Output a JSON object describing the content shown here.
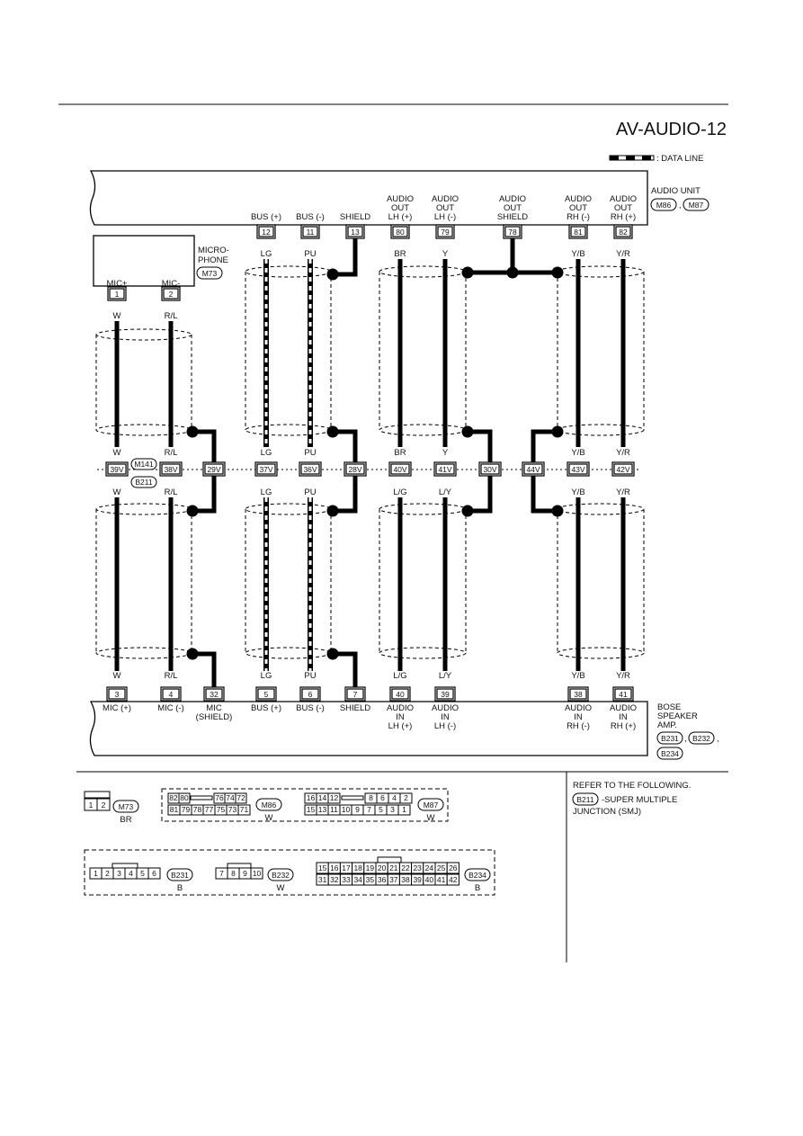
{
  "page_title": "AV-AUDIO-12",
  "legend": {
    "text": ": DATA LINE"
  },
  "audio_unit": {
    "name": "AUDIO UNIT",
    "connectors": [
      "M86",
      "M87"
    ],
    "terminals": [
      {
        "pin": "12",
        "label": [
          "BUS (+)"
        ],
        "color": "LG"
      },
      {
        "pin": "11",
        "label": [
          "BUS (-)"
        ],
        "color": "PU"
      },
      {
        "pin": "13",
        "label": [
          "SHIELD"
        ],
        "color": ""
      },
      {
        "pin": "80",
        "label": [
          "AUDIO",
          "OUT",
          "LH (+)"
        ],
        "color": "BR"
      },
      {
        "pin": "79",
        "label": [
          "AUDIO",
          "OUT",
          "LH (-)"
        ],
        "color": "Y"
      },
      {
        "pin": "78",
        "label": [
          "AUDIO",
          "OUT",
          "SHIELD"
        ],
        "color": ""
      },
      {
        "pin": "81",
        "label": [
          "AUDIO",
          "OUT",
          "RH (-)"
        ],
        "color": "Y/B"
      },
      {
        "pin": "82",
        "label": [
          "AUDIO",
          "OUT",
          "RH (+)"
        ],
        "color": "Y/R"
      }
    ]
  },
  "microphone": {
    "name": [
      "MICRO-",
      "PHONE"
    ],
    "connector": "M73",
    "terminals": [
      {
        "pin": "1",
        "label": "MIC+",
        "color": "W"
      },
      {
        "pin": "2",
        "label": "MIC-",
        "color": "R/L"
      }
    ]
  },
  "smj": {
    "connectors": [
      "M141",
      "B211"
    ],
    "pins": [
      "39V",
      "38V",
      "29V",
      "37V",
      "36V",
      "28V",
      "40V",
      "41V",
      "30V",
      "44V",
      "43V",
      "42V"
    ],
    "upper_colors": [
      "W",
      "R/L",
      "LG",
      "PU",
      "BR",
      "Y",
      "Y/B",
      "Y/R"
    ],
    "lower_colors": [
      "W",
      "R/L",
      "LG",
      "PU",
      "L/G",
      "L/Y",
      "Y/B",
      "Y/R"
    ]
  },
  "bose_amp": {
    "name": [
      "BOSE",
      "SPEAKER",
      "AMP."
    ],
    "connectors": [
      "B231",
      "B232",
      "B234"
    ],
    "terminals": [
      {
        "pin": "3",
        "label": [
          "MIC (+)"
        ],
        "color": "W"
      },
      {
        "pin": "4",
        "label": [
          "MIC (-)"
        ],
        "color": "R/L"
      },
      {
        "pin": "32",
        "label": [
          "MIC",
          "(SHIELD)"
        ],
        "color": ""
      },
      {
        "pin": "5",
        "label": [
          "BUS (+)"
        ],
        "color": "LG"
      },
      {
        "pin": "6",
        "label": [
          "BUS (-)"
        ],
        "color": "PU"
      },
      {
        "pin": "7",
        "label": [
          "SHIELD"
        ],
        "color": ""
      },
      {
        "pin": "40",
        "label": [
          "AUDIO",
          "IN",
          "LH (+)"
        ],
        "color": "L/G"
      },
      {
        "pin": "39",
        "label": [
          "AUDIO",
          "IN",
          "LH (-)"
        ],
        "color": "L/Y"
      },
      {
        "pin": "38",
        "label": [
          "AUDIO",
          "IN",
          "RH (-)"
        ],
        "color": "Y/B"
      },
      {
        "pin": "41",
        "label": [
          "AUDIO",
          "IN",
          "RH (+)"
        ],
        "color": "Y/R"
      }
    ]
  },
  "connector_views": {
    "m73": {
      "id": "M73",
      "color": "BR",
      "pins": [
        "1",
        "2"
      ]
    },
    "m86": {
      "id": "M86",
      "color": "W",
      "top": [
        "82",
        "80",
        "",
        "76",
        "74",
        "72"
      ],
      "bottom": [
        "81",
        "79",
        "78",
        "77",
        "75",
        "73",
        "71"
      ]
    },
    "m87": {
      "id": "M87",
      "color": "W",
      "top": [
        "16",
        "14",
        "12",
        "",
        "8",
        "6",
        "4",
        "2"
      ],
      "bottom": [
        "15",
        "13",
        "11",
        "10",
        "9",
        "7",
        "5",
        "3",
        "1"
      ]
    },
    "b231": {
      "id": "B231",
      "color": "B",
      "pins": [
        "1",
        "2",
        "3",
        "4",
        "5",
        "6"
      ]
    },
    "b232": {
      "id": "B232",
      "color": "W",
      "pins": [
        "7",
        "8",
        "9",
        "10"
      ]
    },
    "b234": {
      "id": "B234",
      "color": "B",
      "top": [
        "15",
        "16",
        "17",
        "18",
        "19",
        "20",
        "21",
        "22",
        "23",
        "24",
        "25",
        "26"
      ],
      "bottom": [
        "31",
        "32",
        "33",
        "34",
        "35",
        "36",
        "37",
        "38",
        "39",
        "40",
        "41",
        "42"
      ]
    }
  },
  "reference": {
    "heading": "REFER TO THE FOLLOWING.",
    "connector": "B211",
    "lines": [
      "-SUPER MULTIPLE",
      "JUNCTION (SMJ)"
    ]
  },
  "colors": {
    "wire": "#000000",
    "tab": "#000000",
    "background": "#ffffff"
  }
}
